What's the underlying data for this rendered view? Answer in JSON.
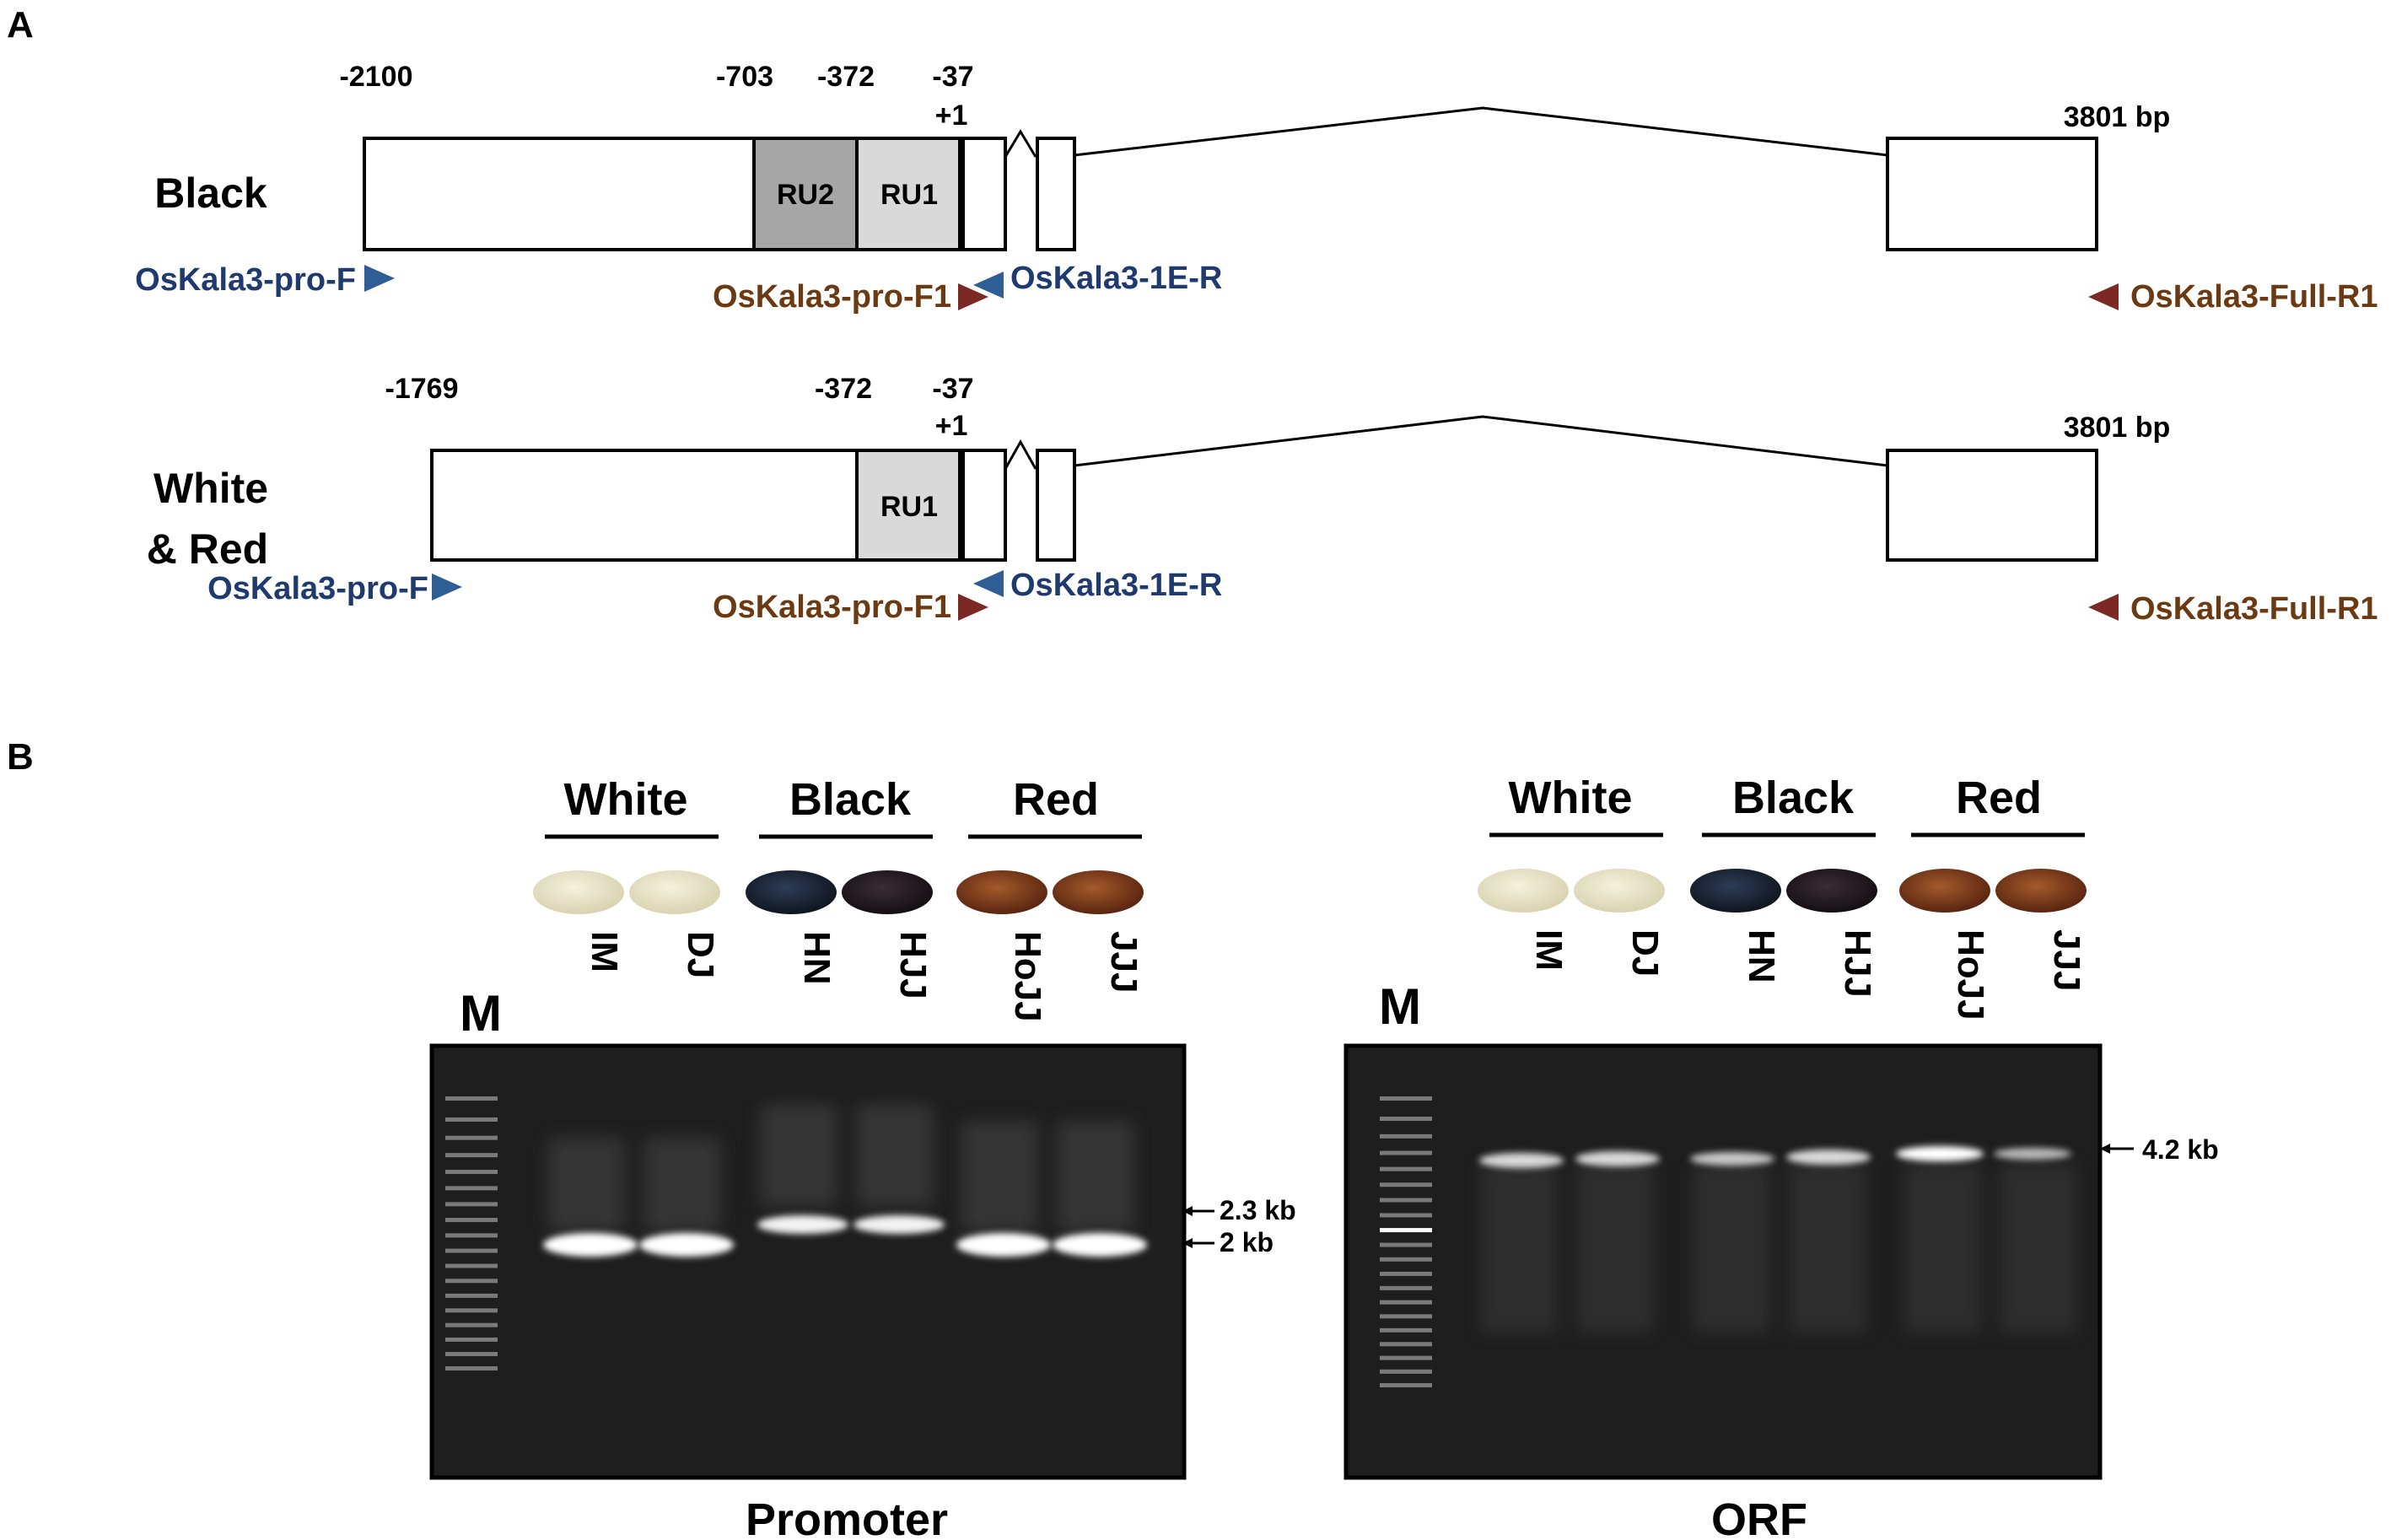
{
  "panel_a": {
    "label": "A",
    "black": {
      "title": "Black",
      "positions": [
        "-2100",
        "-703",
        "-372",
        "-37",
        "+1",
        "3801 bp"
      ],
      "boxes": [
        "RU2",
        "RU1"
      ],
      "primers": [
        "OsKala3-pro-F",
        "OsKala3-pro-F1",
        "OsKala3-1E-R",
        "OsKala3-Full-R1"
      ]
    },
    "white_red": {
      "title_line1": "White",
      "title_line2": "& Red",
      "positions": [
        "-1769",
        "-372",
        "-37",
        "+1",
        "3801 bp"
      ],
      "boxes": [
        "RU1"
      ],
      "primers": [
        "OsKala3-pro-F",
        "OsKala3-pro-F1",
        "OsKala3-1E-R",
        "OsKala3-Full-R1"
      ]
    },
    "colors": {
      "blue_primer": "#1f3a6e",
      "brown_primer": "#6b3a12",
      "blue_arrow": "#2f5d96",
      "brown_arrow": "#7a2a22",
      "ru2_fill": "#a6a6a6",
      "ru1_fill": "#d9d9d9"
    }
  },
  "panel_b": {
    "label": "B",
    "promoter": {
      "groups": [
        "White",
        "Black",
        "Red"
      ],
      "lanes": [
        "IM",
        "DJ",
        "HN",
        "HJJ",
        "HoJJ",
        "JJJ"
      ],
      "marker": "M",
      "sizes": [
        "2.3 kb",
        "2 kb"
      ],
      "caption": "Promoter"
    },
    "orf": {
      "groups": [
        "White",
        "Black",
        "Red"
      ],
      "lanes": [
        "IM",
        "DJ",
        "HN",
        "HJJ",
        "HoJJ",
        "JJJ"
      ],
      "marker": "M",
      "sizes": [
        "4.2 kb"
      ],
      "caption": "ORF"
    },
    "colors": {
      "white_seed": "#e8e4cc",
      "black_seed": "#1d2533",
      "red_seed": "#7a3a1a",
      "gel_bg": "#1e1e1e"
    }
  }
}
